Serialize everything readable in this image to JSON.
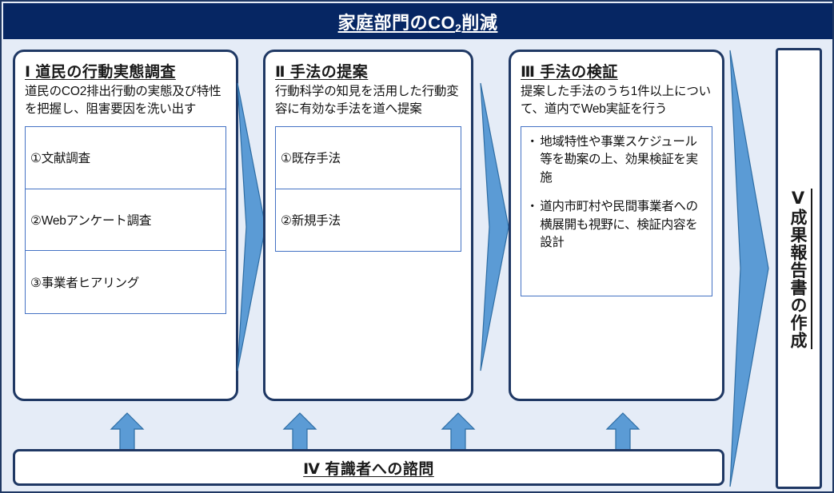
{
  "header": {
    "title_prefix": "家庭部門の",
    "title_chem": "CO",
    "title_sub": "2",
    "title_suffix": "削減",
    "bg_color": "#062663",
    "text_color": "#ffffff"
  },
  "colors": {
    "canvas_bg": "#e5ecf7",
    "card_border": "#1f3864",
    "item_border": "#4472c4",
    "arrow_fill": "#5b9bd5",
    "arrow_stroke": "#2e6da4",
    "text": "#111111"
  },
  "stages": [
    {
      "title": "Ⅰ 道民の行動実態調査",
      "description": "道民のCO2排出行動の実態及び特性を把握し、阻害要因を洗い出す",
      "items": [
        "①文献調査",
        "②Webアンケート調査",
        "③事業者ヒアリング"
      ],
      "bullets": []
    },
    {
      "title": "Ⅱ 手法の提案",
      "description": "行動科学の知見を活用した行動変容に有効な手法を道へ提案",
      "items": [
        "①既存手法",
        "②新規手法"
      ],
      "bullets": []
    },
    {
      "title": "Ⅲ 手法の検証",
      "description": "提案した手法のうち1件以上について、道内でWeb実証を行う",
      "items": [],
      "bullets": [
        "地域特性や事業スケジュール等を勘案の上、効果検証を実施",
        "道内市町村や民間事業者への横展開も視野に、検証内容を設計"
      ],
      "bullet_marker": "・"
    }
  ],
  "stage_v": {
    "title": "Ⅴ成果報告書の作成"
  },
  "bottom_bar": {
    "title": "Ⅳ 有識者への諮問"
  },
  "arrows": {
    "chevron_name": "right-chevron-arrow",
    "up_name": "up-arrow"
  }
}
